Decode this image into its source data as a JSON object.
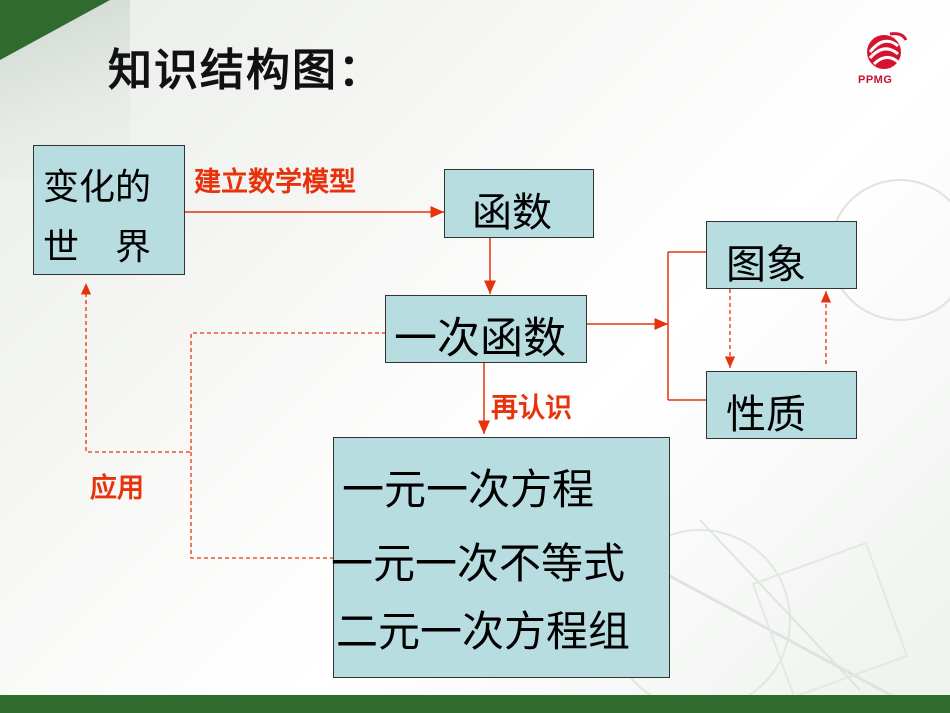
{
  "title": "知识结构图：",
  "logo": {
    "text": "PPMG"
  },
  "nodes": {
    "world_line1": "变化的",
    "world_line2": "世　界",
    "function": "函数",
    "linear_function": "一次函数",
    "image": "图象",
    "property": "性质",
    "list": [
      "一元一次方程",
      "一元一次不等式",
      "二元一次方程组"
    ]
  },
  "labels": {
    "build_model": "建立数学模型",
    "recognize": "再认识",
    "apply": "应用"
  },
  "colors": {
    "box_fill": "#b7dde0",
    "arrow_red": "#e8320c",
    "label_red": "#e8320c",
    "footer_green": "#2e6b2c"
  }
}
